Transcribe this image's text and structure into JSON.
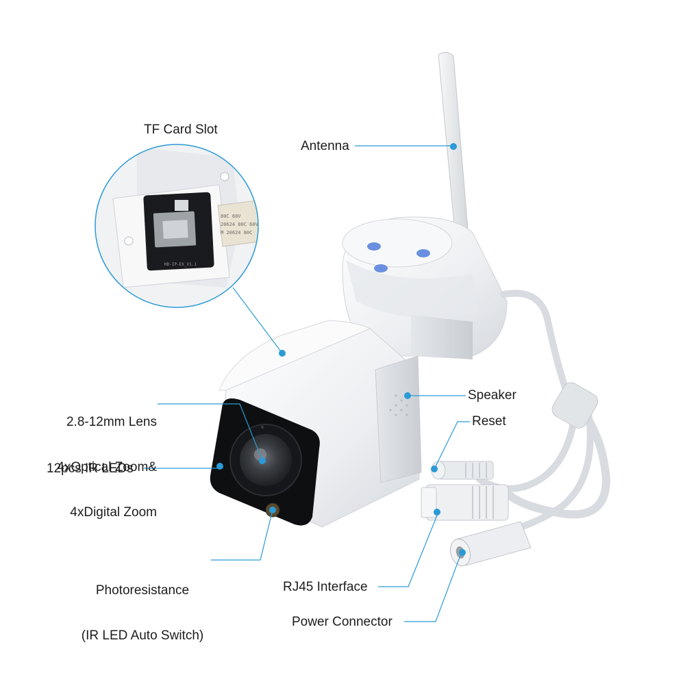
{
  "colors": {
    "accent": "#2b9ad6",
    "camera_body": "#f2f3f5",
    "lens_front": "#111214",
    "led_dot": "#6b8fe0"
  },
  "callouts": {
    "tf_card_slot": "TF Card Slot",
    "antenna": "Antenna",
    "lens": [
      "2.8-12mm Lens",
      "4xOptical Zoom&",
      "4xDigital Zoom"
    ],
    "speaker": "Speaker",
    "reset": "Reset",
    "ir_leds": "12pcs IR LEDs",
    "photoresistance": [
      "Photoresistance",
      "(IR LED Auto Switch)"
    ],
    "rj45": "RJ45 Interface",
    "power": "Power Connector"
  },
  "inset": {
    "board_label": "HD-IP-EX_V1.1",
    "ribbon_text": [
      "80C 60V",
      "20624 80C 60V",
      "M 20624 80C"
    ]
  }
}
